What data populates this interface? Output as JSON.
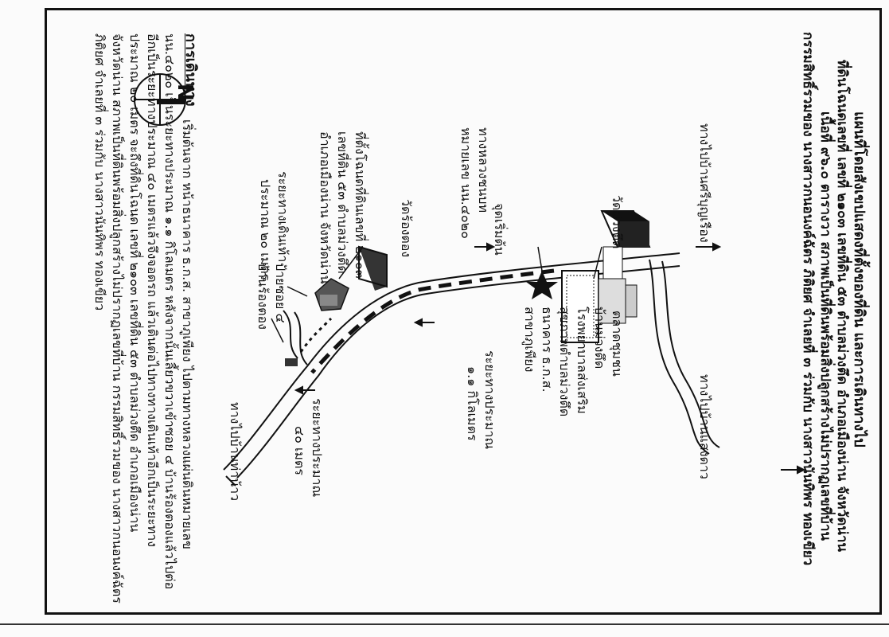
{
  "header": {
    "title": "แผนที่โดยสังเขปแสดงที่ตั้งของที่ดิน และการเดินทางไป",
    "line2": "ที่ดินโฉนดเลขที่ เลขที่ ๒๑๐๓ เลขที่ดิน ๕๓ ตำบลม่วงตึด อำเภอเมืองน่าน จังหวัดน่าน",
    "line3": "เนื้อที่ ๙๖.๐ ตารางวา สภาพเป็นที่ดินพร้อมสิ่งปลูกสร้างไม่ปรากฏเลขที่บ้าน",
    "line4": "กรรมสิทธิ์รวมของ นางสาวกนอนงค์ฉัตร ภิติยศ จำเลยที่ ๓ ร่วมกับ นางสาวนันทิพร ทองเขียว"
  },
  "compass": {
    "label": "N"
  },
  "labels": {
    "road_top_left": "ทางไปบ้านศรีบุญเรือง",
    "road_top_right": "ทางไปบ้านแสงดาว",
    "temple_muang_tuet": "วัดม่วงตึด",
    "market": "ตลาดชุมชน",
    "village": "บ้านม่วงตึด",
    "school": "โรงพยาบาลส่งเสริม",
    "health": "สุขภาพตำบลม่วงตึด",
    "bank": "ธนาคาร ธ.ก.ส.",
    "branch": "สาขาภูเพียง",
    "start_point": "จุดเริ่มต้น",
    "highway": "ทางหลวงชนบท",
    "highway_no": "หมายเลข นน.๔๐๒๐",
    "temple_nong_tong": "วัดร้องตอง",
    "distance_11": "ระยะทางประมาณ",
    "distance_11b": "๑.๑ กิโลเมตร",
    "land_location_1": "ที่ตั้งโฉนดที่ดินเลขที่ ๒๑๐๓",
    "land_location_2": "เลขที่ดิน ๕๓ ตำบลม่วงตึด",
    "land_location_3": "อำเภอเมืองน่าน จังหวัดน่าน",
    "walk_distance": "ระยะทางเดินเท้า",
    "walk_distance_b": "ประมาณ ๒๐ เมตร",
    "sign_1": "ป้ายซอย ๔",
    "sign_2": "บ้านร้องตอง",
    "dist_40a": "ระยะทางประมาณ",
    "dist_40b": "๔๐ เมตร",
    "road_bottom": "ทางไปบ้านท่าน้าว"
  },
  "directions": {
    "heading": "การเดินทาง",
    "line1": "เริ่มต้นจาก หน้าธนาคาร ธ.ก.ส. สาขาภูเพียง ไปตามทางหลวงแผ่นดินหมายเลข",
    "line2": "นน.๔๐๒๐ เป็นระยะทางประมาณ ๑.๑ กิโลเมตร หลังจากนั้นเลี้ยวขวาเข้าซอย ๔ บ้านร้องตองแล้วไปต่อ",
    "line3": "อีกเป็นระยะทางประมาณ ๔๐ เมตรแล้วจึงจอดรถ แล้วเดินต่อไปทางทางเดินเท้าอีกเป็นระยะทาง",
    "line4": "ประมาณ ๒๐ เมตร จะถึงที่ดินโฉนด เลขที่ ๒๑๐๓ เลขที่ดิน ๕๓ ตำบลม่วงตึด อำเภอเมืองน่าน",
    "line5": "จังหวัดน่าน สภาพเป็นที่ดินพร้อมสิ่งปลูกสร้างไม่ปรากฏเลขที่บ้าน กรรมสิทธิ์รวมของ นางสาวกนอนงค์ฉัตร",
    "line6": "ภิติยศ จำเลยที่ ๓ ร่วมกับ นางสาวนันทิพร ทองเขียว"
  }
}
